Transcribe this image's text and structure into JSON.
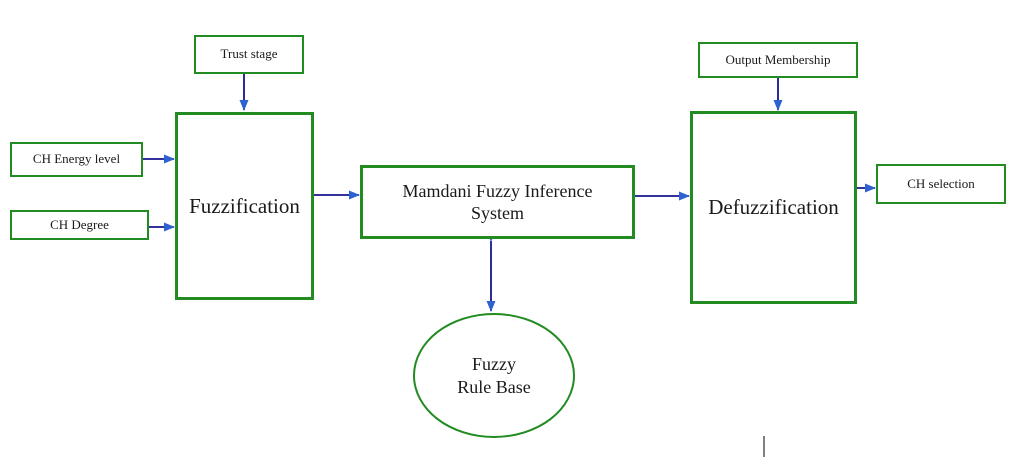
{
  "diagram": {
    "title": "Mamdani fuzzy inference CH selection flow diagram",
    "nodes": {
      "trust_stage": {
        "label": "Trust stage"
      },
      "ch_energy_level": {
        "label": "CH Energy level"
      },
      "ch_degree": {
        "label": "CH Degree"
      },
      "fuzzification": {
        "label": "Fuzzification"
      },
      "mamdani": {
        "label": "Mamdani Fuzzy Inference System"
      },
      "output_membership": {
        "label": "Output Membership"
      },
      "defuzzification": {
        "label": "Defuzzification"
      },
      "ch_selection": {
        "label": "CH selection"
      },
      "fuzzy_rule_base": {
        "label_line1": "Fuzzy",
        "label_line2": "Rule Base"
      }
    },
    "colors": {
      "box_border": "#228B22",
      "arrow_line": "#15158B",
      "arrow_head": "#2E62D0",
      "text": "#1A1A1A",
      "background": "#FFFFFF",
      "cursor_line": "#808080"
    }
  }
}
